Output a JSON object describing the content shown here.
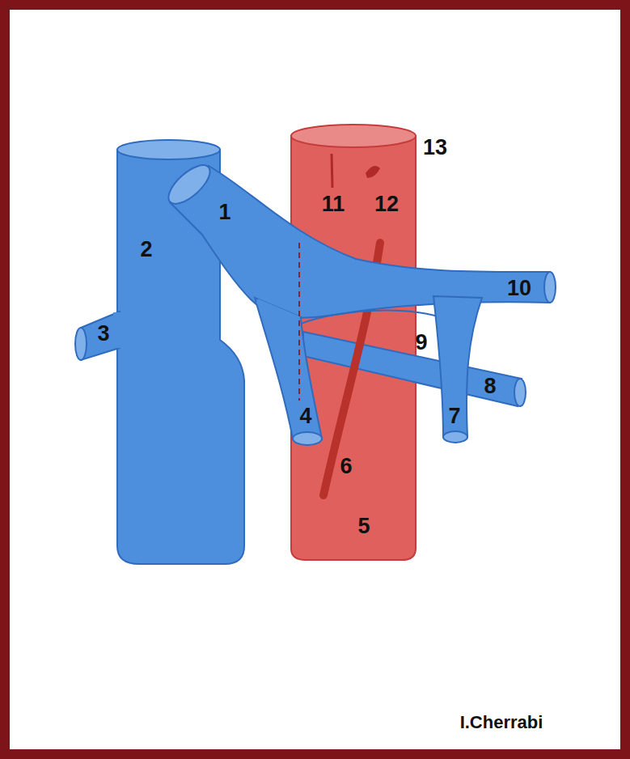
{
  "diagram": {
    "labels": [
      "1",
      "2",
      "3",
      "4",
      "5",
      "6",
      "7",
      "8",
      "9",
      "10",
      "11",
      "12",
      "13",
      "I.Cherrabi"
    ]
  }
}
